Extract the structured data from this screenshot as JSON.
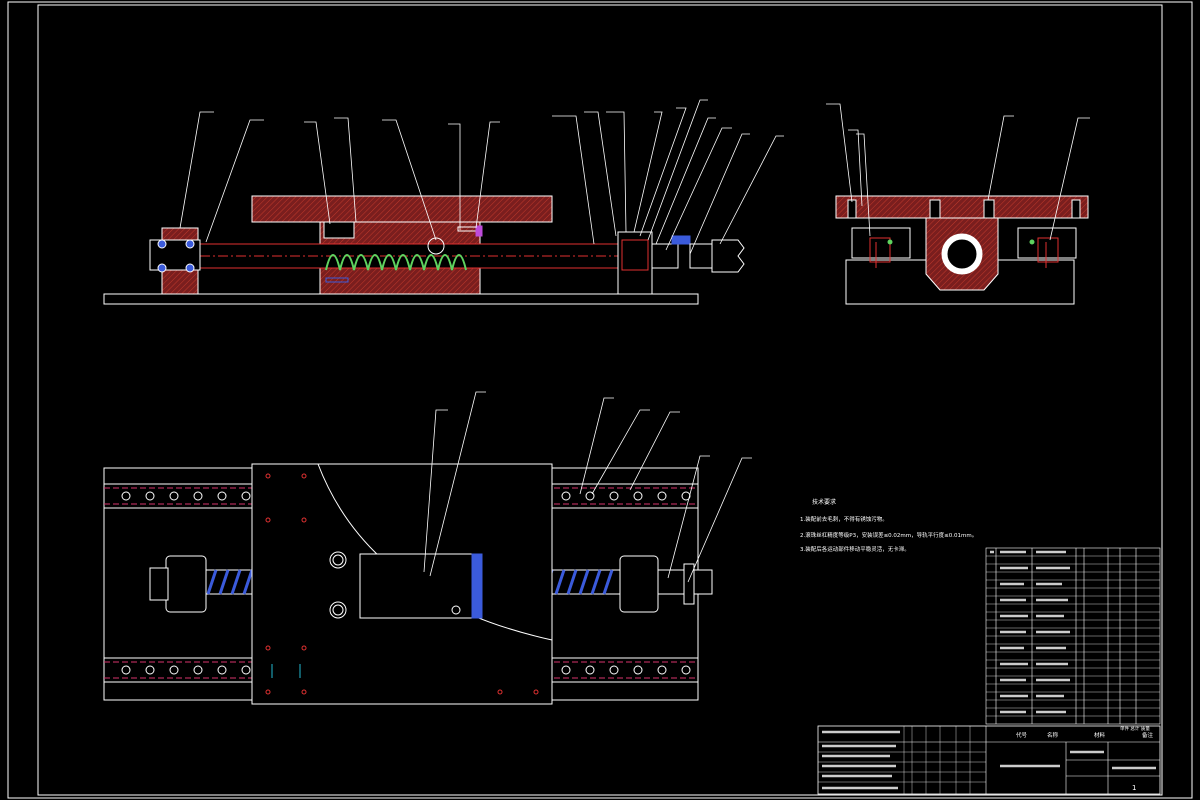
{
  "drawing": {
    "background": "#000000",
    "frame_color": "#ffffff",
    "part_fill": "#7a1e1e",
    "hatch_color": "#c0392b",
    "screw_color": "#3b5bdb",
    "thread_color": "#5fd35f",
    "rail_color": "#d6336c",
    "leader_color": "#ffffff",
    "views": [
      "front-section-view",
      "side-section-view",
      "top-view"
    ]
  },
  "tech_requirements": {
    "title": "技术要求",
    "items": [
      "1.装配前去毛刺，不得有锈蚀污物。",
      "2.滚珠丝杠精度等级P3，安装误差≤0.02mm，导轨平行度≤0.01mm。",
      "3.装配后各运动部件移动平稳灵活，无卡滞。"
    ]
  },
  "title_block": {
    "col_code": "代号",
    "col_name": "名称",
    "col_material": "材料",
    "col_mass": "单件 总计 质量",
    "col_remark": "备注",
    "sheet": "1"
  }
}
